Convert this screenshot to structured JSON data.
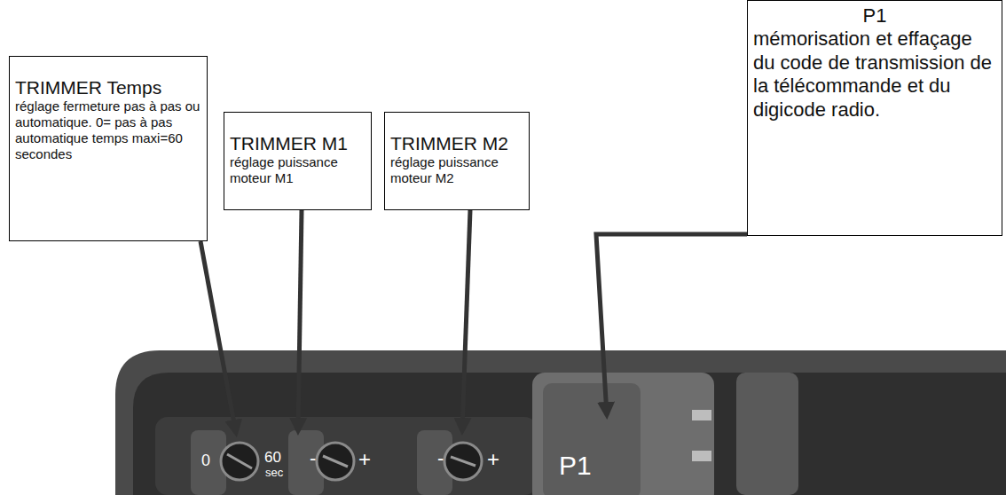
{
  "diagram": {
    "nodes": [
      {
        "text": [
          "TRIMMER Temps",
          "réglage fermeture pas à pas ou automatique. 0= pas à pas automatique temps maxi=60 secondes"
        ]
      },
      {
        "text": [
          "TRIMMER M1",
          "réglage puissance moteur M1"
        ]
      },
      {
        "text": [
          "TRIMMER M2",
          "réglage puissance moteur M2"
        ]
      },
      {
        "text": [
          "P1",
          "mémorisation et effaçage du code de transmission de la télécommande et du digicode radio."
        ]
      }
    ],
    "labels": [
      "0",
      "60",
      "sec",
      "-",
      "+",
      "-",
      "+",
      "P1"
    ]
  }
}
